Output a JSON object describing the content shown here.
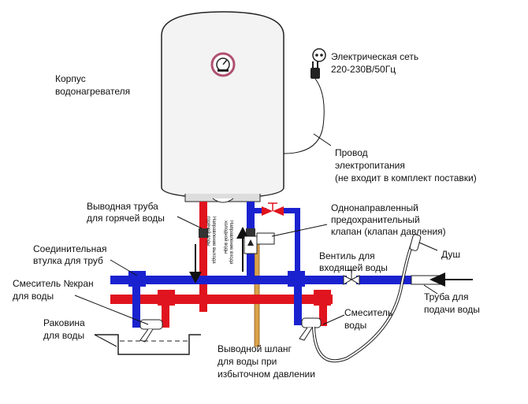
{
  "colors": {
    "hot": "#e0141e",
    "cold": "#1a22d0",
    "drain": "#d9a24a",
    "tank": "#f4f4f4",
    "outline": "#222222"
  },
  "labels": {
    "tank": [
      "Корпус",
      "водонагревателя"
    ],
    "power_grid": [
      "Электрическая сеть",
      "220-230В/50Гц"
    ],
    "power_cable": [
      "Провод",
      "электропитания",
      "(не входит в комплект поставки)"
    ],
    "hot_outlet": [
      "Выводная труба",
      "для горячей воды"
    ],
    "safety_valve": [
      "Однонаправленный",
      "предохранительный",
      "клапан (клапан давления)"
    ],
    "coupling": [
      "Соединительная",
      "втулка для труб"
    ],
    "sink_mixer": [
      "Смеситель №кран",
      "для воды"
    ],
    "sink": [
      "Раковина",
      "для воды"
    ],
    "inlet_valve": [
      "Вентиль для",
      "входящей воды"
    ],
    "shower": "Душ",
    "supply_pipe": [
      "Труба для",
      "подачи воды"
    ],
    "mixer": [
      "Смеситель",
      "воды"
    ],
    "drain_hose": [
      "Выводной шланг",
      "для воды при",
      "избыточном давлении"
    ],
    "hot_direction": [
      "Направление выхода",
      "горячей воды"
    ],
    "cold_direction": [
      "Направление входа",
      "холодной воды"
    ]
  },
  "icons": [
    "thermometer-gauge-icon",
    "power-socket-icon",
    "power-plug-icon",
    "flow-arrow-icon",
    "valve-icon",
    "shower-head-icon",
    "faucet-icon"
  ]
}
